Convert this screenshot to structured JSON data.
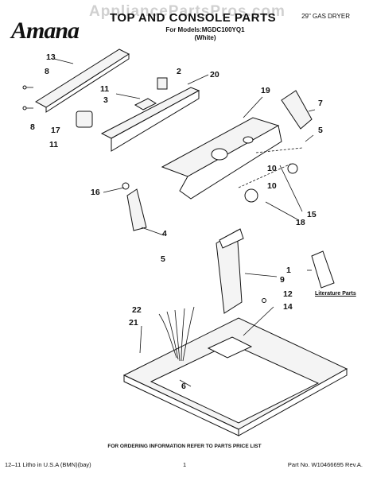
{
  "header": {
    "brand_logo_text": "Amana",
    "title": "TOP AND CONSOLE PARTS",
    "models_line": "For Models:MGDC100YQ1",
    "color_line": "(White)",
    "product_type": "29\" GAS DRYER",
    "watermark": "AppliancePartsPros.com"
  },
  "callouts": [
    "1",
    "2",
    "3",
    "4",
    "5",
    "5",
    "6",
    "7",
    "8",
    "8",
    "9",
    "10",
    "10",
    "11",
    "11",
    "12",
    "13",
    "14",
    "15",
    "16",
    "17",
    "18",
    "19",
    "20",
    "21",
    "22"
  ],
  "literature_label": "Literature Parts",
  "ordering_note": "FOR ORDERING INFORMATION REFER TO PARTS PRICE LIST",
  "footer": {
    "left": "12–11 Litho in U.S.A (BMN)(bay)",
    "page": "1",
    "right": "Part No. W10466695 Rev.A."
  }
}
